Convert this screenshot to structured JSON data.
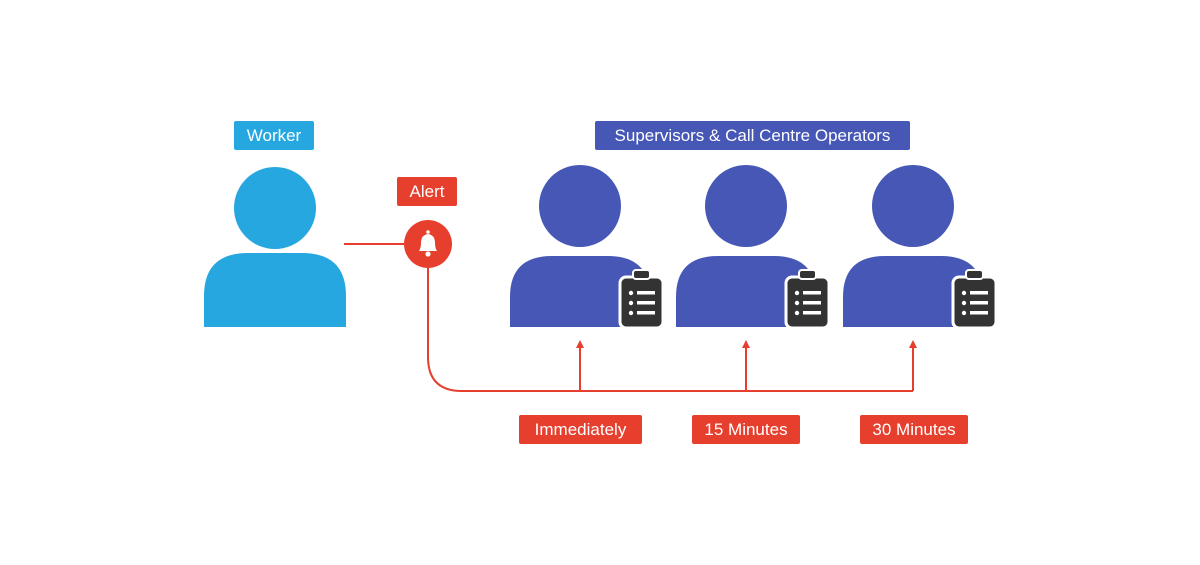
{
  "worker": {
    "label": "Worker"
  },
  "alert": {
    "label": "Alert",
    "icon": "bell-icon"
  },
  "recipients": {
    "group_label": "Supervisors & Call Centre Operators",
    "icon": "clipboard-list-icon",
    "count": 3
  },
  "timings": [
    {
      "label": "Immediately"
    },
    {
      "label": "15 Minutes"
    },
    {
      "label": "30 Minutes"
    }
  ],
  "colors": {
    "worker": "#27a7e0",
    "recipients": "#4657b5",
    "alert": "#e63f2e",
    "clipboard": "#333333"
  }
}
